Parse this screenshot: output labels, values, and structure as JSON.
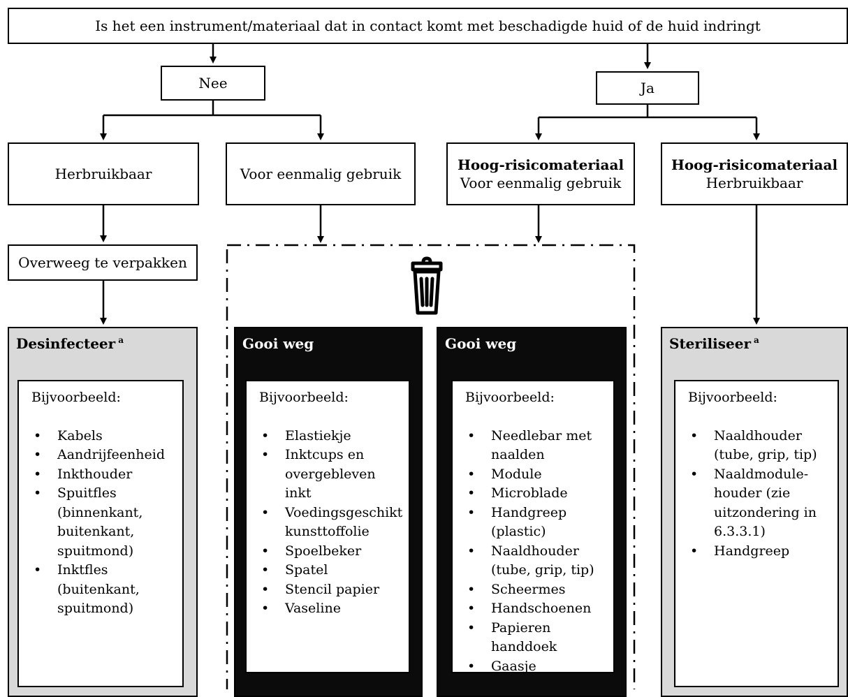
{
  "top_question": "Is het een instrument/materiaal dat in contact komt met beschadigde huid of de huid indringt",
  "no_label": "Nee",
  "yes_label": "Ja",
  "reusable": "Herbruikbaar",
  "single_use": "Voor eenmalig gebruik",
  "high_risk_single": {
    "title": "Hoog-risicomateriaal",
    "subtitle": "Voor eenmalig gebruik"
  },
  "high_risk_reusable": {
    "title": "Hoog-risicomateriaal",
    "subtitle": "Herbruikbaar"
  },
  "consider_packaging": "Overweeg te verpakken",
  "example_label": "Bijvoorbeeld:",
  "disinfect": {
    "title": "Desinfecteer",
    "footnote": "a",
    "items": [
      "Kabels",
      "Aandrijfeenheid",
      "Inkthouder",
      "Spuitfles (binnenkant, buitenkant, spuitmond)",
      "Inktfles (buitenkant, spuitmond)"
    ]
  },
  "discard_single": {
    "title": "Gooi weg",
    "items": [
      "Elastiekje",
      "Inktcups en overgebleven inkt",
      "Voedingsgeschikt kunsttoffolie",
      "Spoelbeker",
      "Spatel",
      "Stencil papier",
      "Vaseline"
    ]
  },
  "discard_high_risk": {
    "title": "Gooi weg",
    "items": [
      "Needlebar met naalden",
      "Module",
      "Microblade",
      "Handgreep (plastic)",
      "Naaldhouder (tube, grip, tip)",
      "Scheermes",
      "Handschoenen",
      "Papieren handdoek",
      "Gaasje"
    ]
  },
  "sterilize": {
    "title": "Steriliseer",
    "footnote": "a",
    "items": [
      "Naaldhouder (tube, grip, tip)",
      "Naaldmodule-houder (zie uitzondering in 6.3.3.1)",
      "Handgreep"
    ]
  },
  "icons": {
    "trash": "trash-bin-icon"
  }
}
